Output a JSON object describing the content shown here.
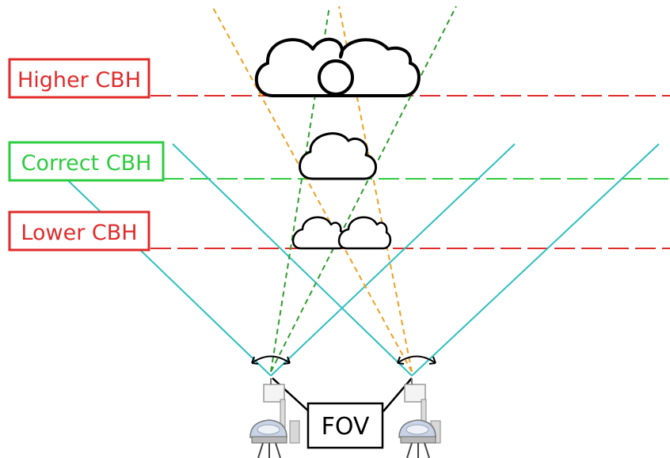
{
  "levels": {
    "higher": {
      "label": "Higher CBH",
      "color": "#e02b2b"
    },
    "correct": {
      "label": "Correct CBH",
      "color": "#2ecc40"
    },
    "lower": {
      "label": "Lower CBH",
      "color": "#e02b2b"
    }
  },
  "fov_label": "FOV",
  "colors": {
    "fov_lines": "#2fbfbf",
    "ray_orange": "#f0a020",
    "ray_green": "#2e9e2e",
    "outline": "#000000"
  }
}
